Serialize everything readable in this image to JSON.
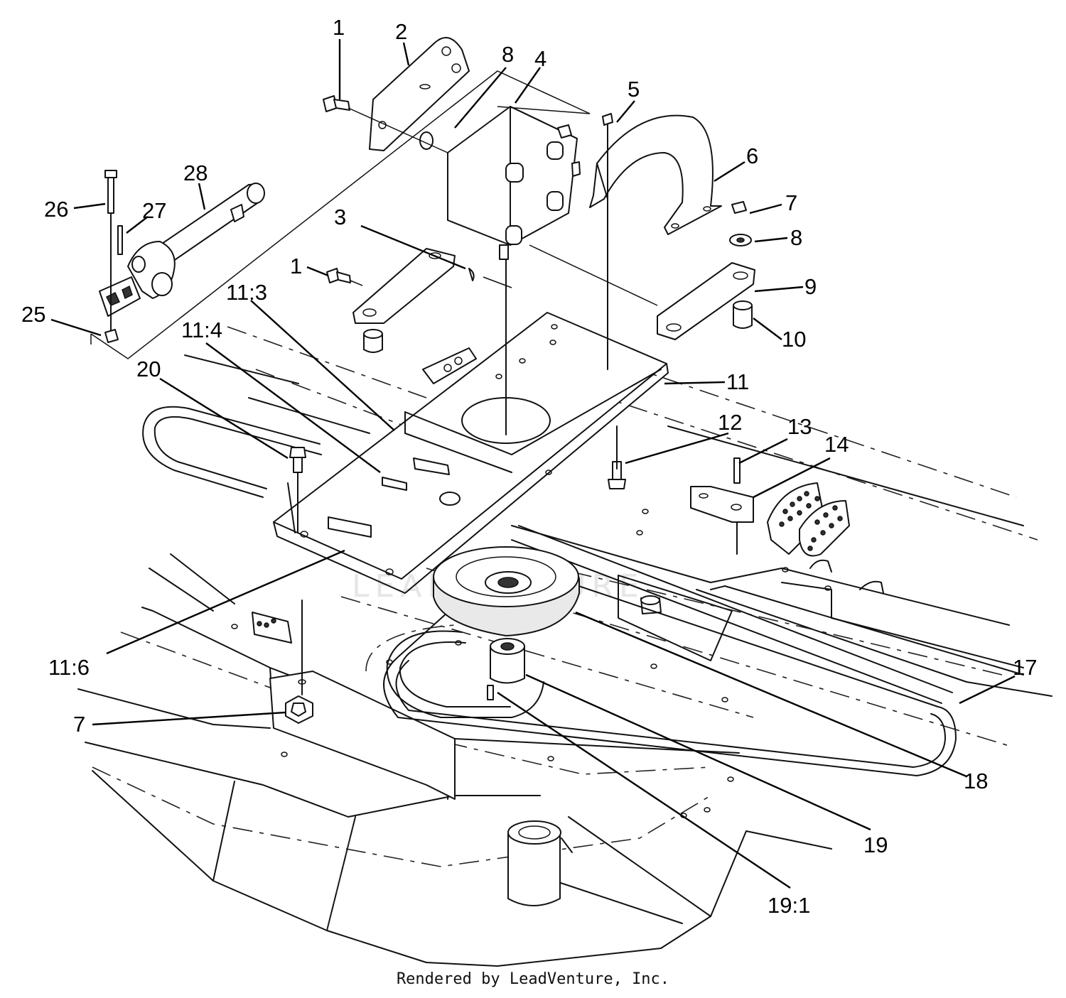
{
  "diagram": {
    "watermark": "LEADVENTURE",
    "footer": "Rendered by LeadVenture, Inc.",
    "callouts": [
      {
        "id": "c1a",
        "label": "1"
      },
      {
        "id": "c2",
        "label": "2"
      },
      {
        "id": "c8a",
        "label": "8"
      },
      {
        "id": "c4",
        "label": "4"
      },
      {
        "id": "c5",
        "label": "5"
      },
      {
        "id": "c6",
        "label": "6"
      },
      {
        "id": "c7a",
        "label": "7"
      },
      {
        "id": "c8b",
        "label": "8"
      },
      {
        "id": "c9",
        "label": "9"
      },
      {
        "id": "c10",
        "label": "10"
      },
      {
        "id": "c11",
        "label": "11"
      },
      {
        "id": "c12",
        "label": "12"
      },
      {
        "id": "c13",
        "label": "13"
      },
      {
        "id": "c14",
        "label": "14"
      },
      {
        "id": "c3",
        "label": "3"
      },
      {
        "id": "c1b",
        "label": "1"
      },
      {
        "id": "c11-3",
        "label": "11:3"
      },
      {
        "id": "c11-4",
        "label": "11:4"
      },
      {
        "id": "c20",
        "label": "20"
      },
      {
        "id": "c26",
        "label": "26"
      },
      {
        "id": "c27",
        "label": "27"
      },
      {
        "id": "c28",
        "label": "28"
      },
      {
        "id": "c25",
        "label": "25"
      },
      {
        "id": "c11-6",
        "label": "11:6"
      },
      {
        "id": "c7b",
        "label": "7"
      },
      {
        "id": "c17",
        "label": "17"
      },
      {
        "id": "c18",
        "label": "18"
      },
      {
        "id": "c19",
        "label": "19"
      },
      {
        "id": "c19-1",
        "label": "19:1"
      }
    ]
  }
}
